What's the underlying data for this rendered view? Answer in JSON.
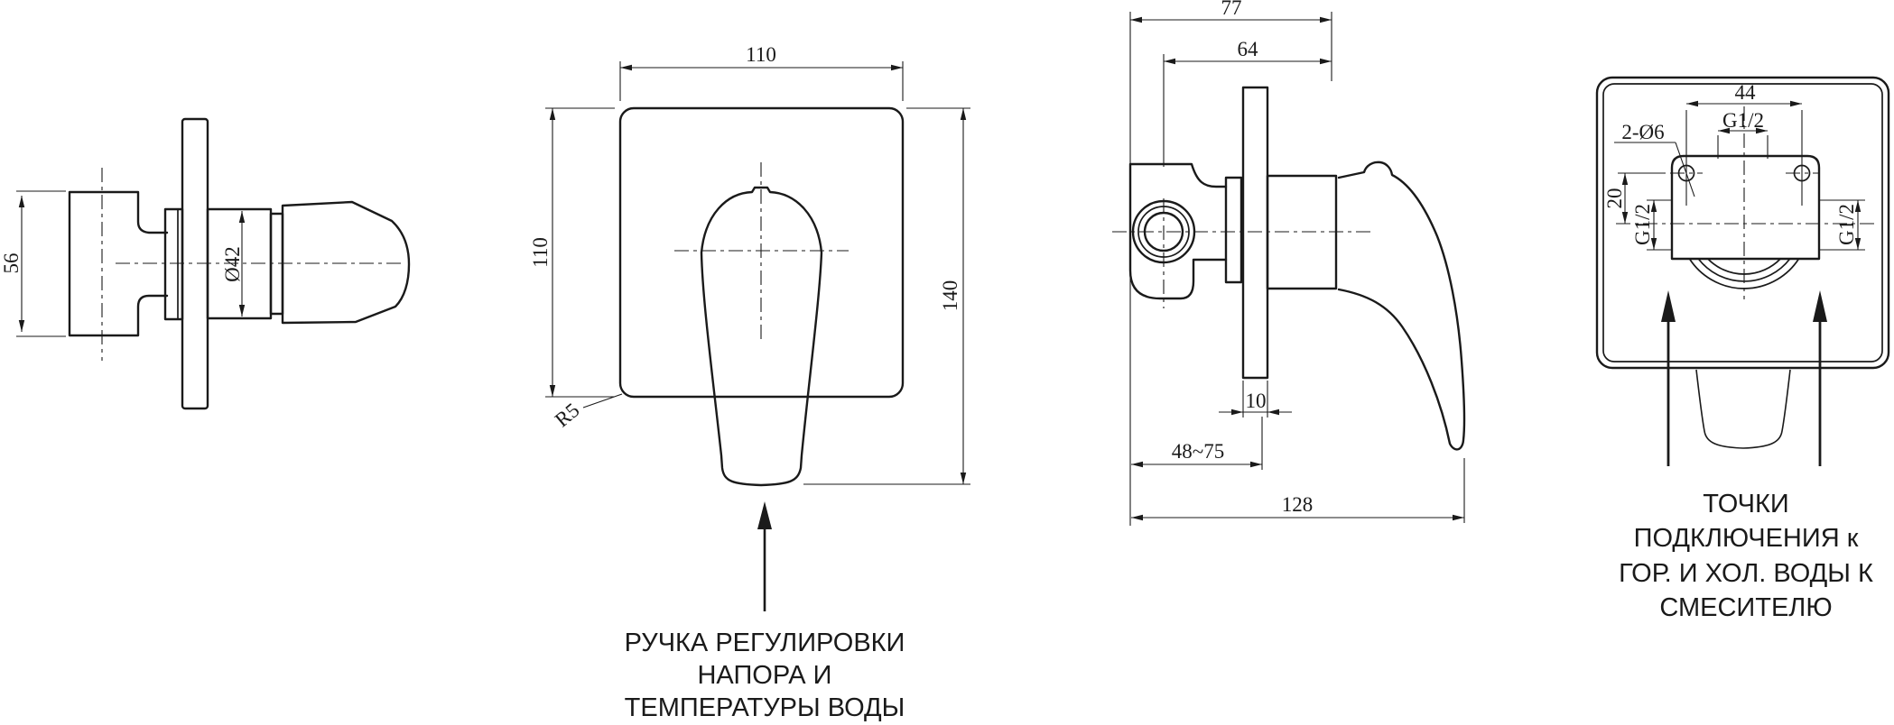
{
  "colors": {
    "line": "#1a1a1a",
    "background": "#ffffff"
  },
  "views": {
    "handle_side": {
      "dims": {
        "body_height": "56",
        "trim_diameter": "Ø42"
      }
    },
    "front": {
      "dims": {
        "plate_width": "110",
        "plate_height": "110",
        "overall_height": "140",
        "corner_radius": "R5"
      },
      "callout": {
        "lines": [
          "РУЧКА РЕГУЛИРОВКИ",
          "НАПОРА И",
          "ТЕМПЕРАТУРЫ ВОДЫ"
        ]
      }
    },
    "profile": {
      "dims": {
        "body_depth": "77",
        "center_depth": "64",
        "plate_thickness": "10",
        "mounting_depth_range": "48~75",
        "overall_depth": "128"
      }
    },
    "rear": {
      "dims": {
        "hole_spacing": "44",
        "outlet_thread": "G1/2",
        "mounting_holes": "2-Ø6",
        "hole_offset": "20",
        "hot_inlet_thread": "G1/2",
        "cold_inlet_thread": "G1/2"
      },
      "callout": {
        "lines": [
          "ТОЧКИ",
          "ПОДКЛЮЧЕНИЯ к",
          "ГОР. И ХОЛ. ВОДЫ К",
          "СМЕСИТЕЛЮ"
        ]
      }
    }
  }
}
